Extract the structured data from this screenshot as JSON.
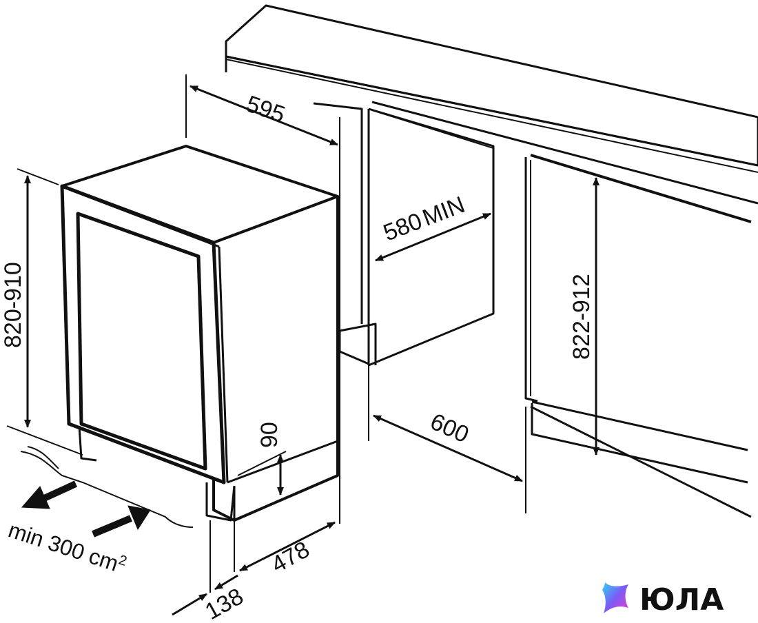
{
  "diagram": {
    "dimensions": {
      "width": "595",
      "niche_depth": "580",
      "niche_depth_suffix": "MIN",
      "height_range": "820-910",
      "niche_height_range": "822-912",
      "plinth_height": "90",
      "niche_width": "600",
      "depth": "478",
      "offset": "138"
    },
    "ventilation_note": "min 300 cm",
    "ventilation_note_sup": "2"
  },
  "logo": {
    "text": "ЮЛА",
    "colors": [
      "#2FD3F5",
      "#7B5CF5",
      "#E83AC8"
    ]
  },
  "colors": {
    "line": "#111111",
    "background": "#ffffff"
  }
}
